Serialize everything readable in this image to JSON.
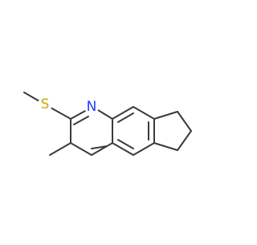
{
  "molecule": {
    "atoms": [
      {
        "id": "S",
        "label": "S",
        "color": "#ccaa00"
      },
      {
        "id": "N",
        "label": "N",
        "color": "#1f3dff"
      }
    ]
  }
}
